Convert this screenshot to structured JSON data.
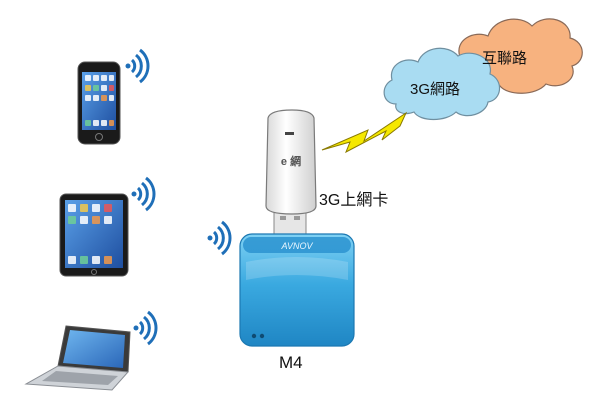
{
  "labels": {
    "internet": "互聯路",
    "network_3g": "3G網路",
    "modem_3g": "3G上網卡",
    "router": "M4"
  },
  "router_brand": "AVNOV",
  "modem_brand": "e 網",
  "colors": {
    "internet_cloud": "#f7b27f",
    "network_cloud": "#a9dcf2",
    "router_body": "#3aa9e0",
    "lightning_bolt": "#f5e800",
    "wifi_waves": "#1f6fb8"
  },
  "icons": {
    "wifi": "wifi-signal-icon",
    "phone": "smartphone-icon",
    "tablet": "tablet-icon",
    "laptop": "laptop-icon",
    "modem": "usb-modem-icon",
    "router": "wifi-router-icon",
    "link": "lightning-bolt-icon"
  }
}
